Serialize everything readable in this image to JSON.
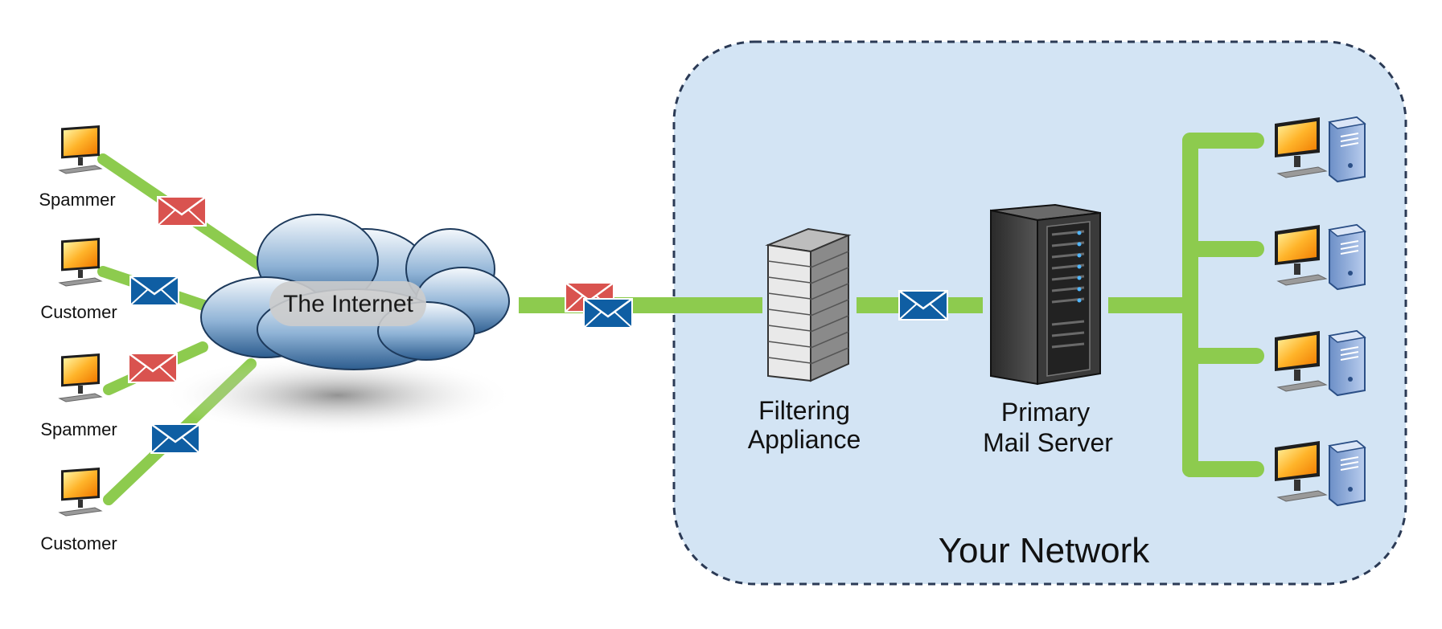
{
  "diagram": {
    "clients": [
      {
        "label": "Spammer"
      },
      {
        "label": "Customer"
      },
      {
        "label": "Spammer"
      },
      {
        "label": "Customer"
      }
    ],
    "internet": {
      "label": "The Internet"
    },
    "network": {
      "label": "Your Network",
      "filter_line1": "Filtering",
      "filter_line2": "Appliance",
      "server_line1": "Primary",
      "server_line2": "Mail Server"
    }
  },
  "colors": {
    "link": "#8dcb4e",
    "spam_envelope": "#d9534f",
    "legit_envelope": "#0f5ea3",
    "network_zone": "#d3e4f4",
    "network_border": "#2b3a55"
  }
}
